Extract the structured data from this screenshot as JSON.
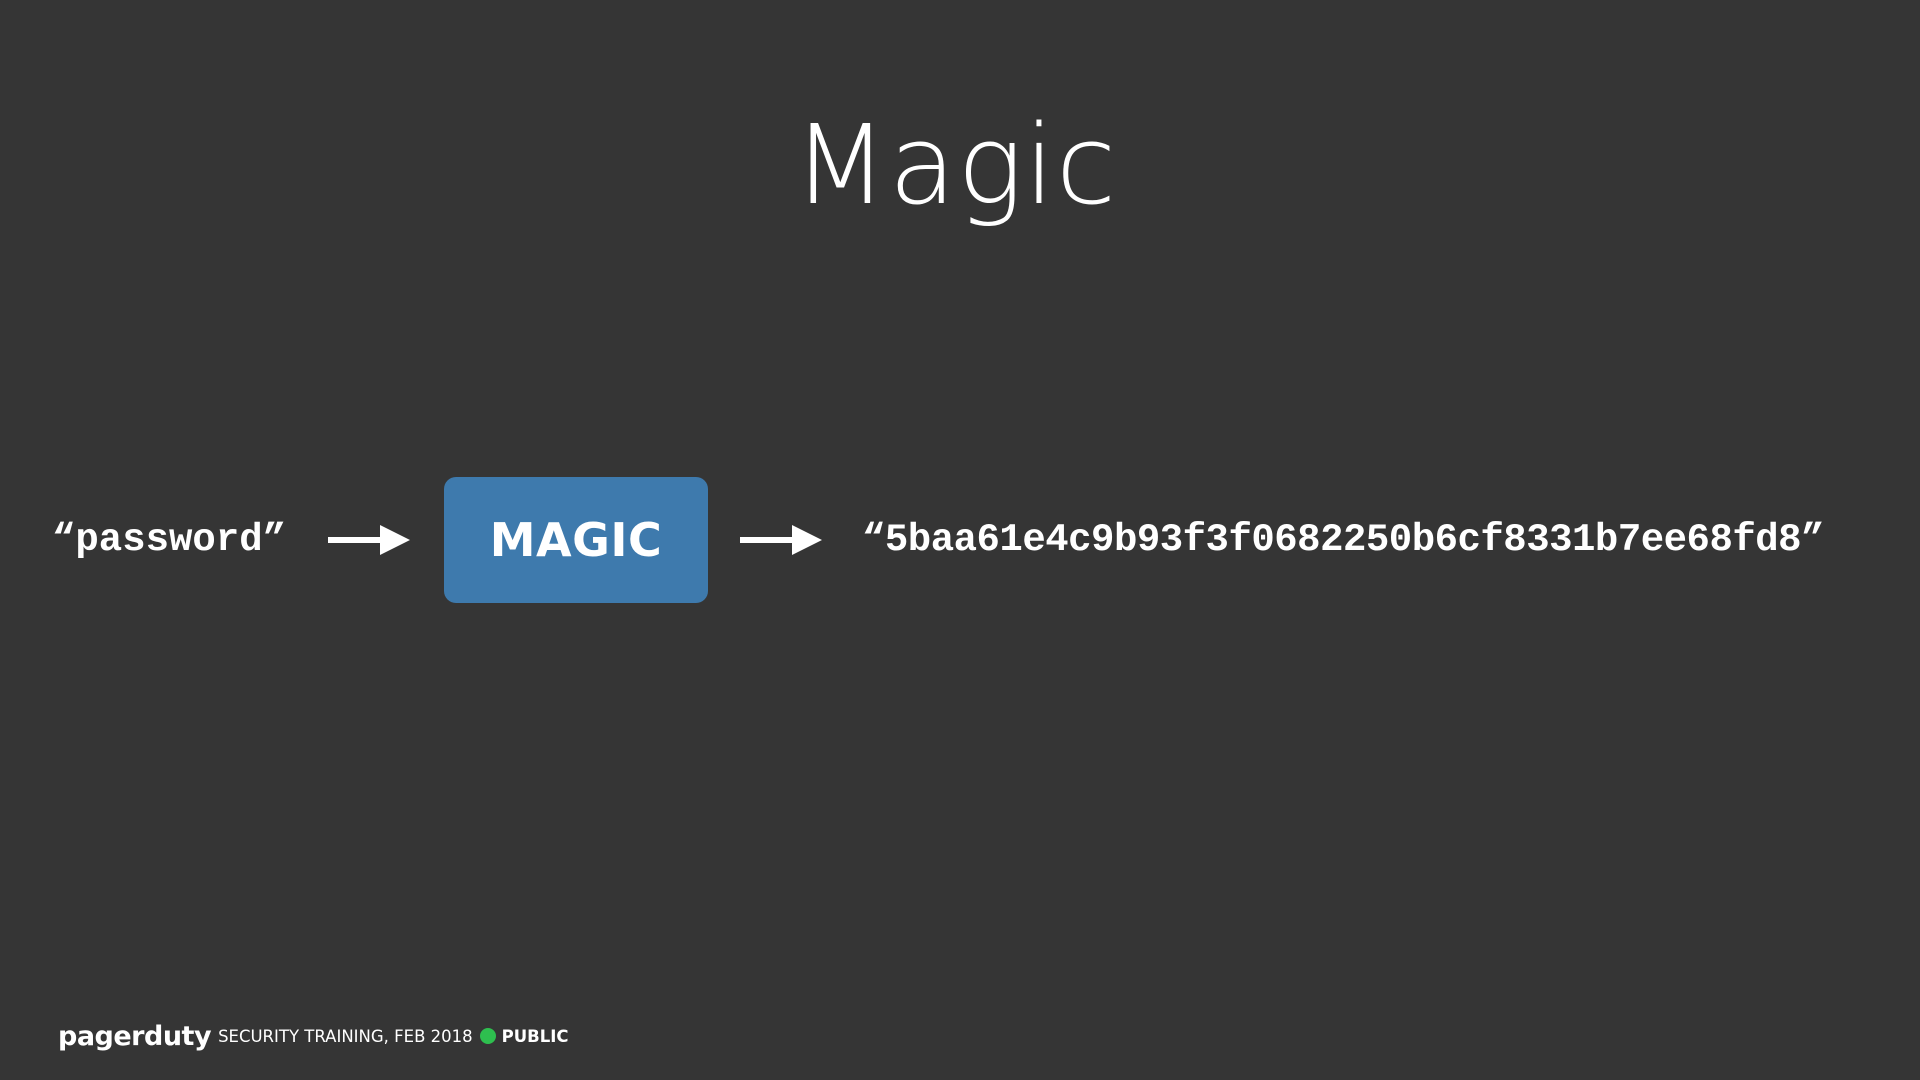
{
  "slide": {
    "title": "Magic"
  },
  "flow": {
    "input": "“password”",
    "process_label": "MAGIC",
    "output": "“5baa61e4c9b93f3f0682250b6cf8331b7ee68fd8”"
  },
  "footer": {
    "logo_text": "pagerduty",
    "caption": "SECURITY TRAINING, FEB 2018",
    "classification": "PUBLIC"
  },
  "colors": {
    "background": "#353535",
    "box": "#3e7aad",
    "status_dot": "#2ebf4f",
    "text": "#ffffff"
  },
  "icons": {
    "arrow_1": "right-arrow-icon",
    "arrow_2": "right-arrow-icon",
    "status": "green-dot-icon"
  }
}
